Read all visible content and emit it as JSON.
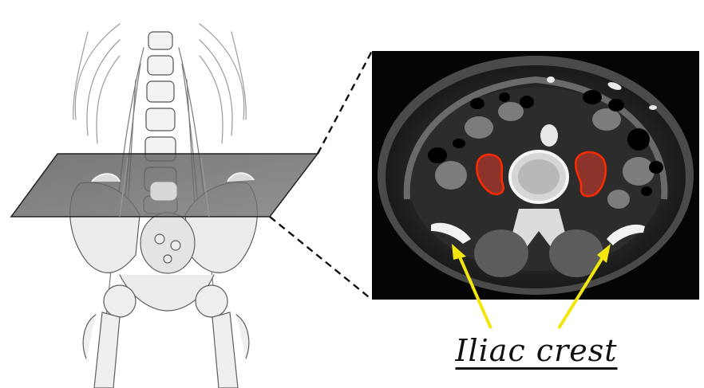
{
  "caption": "Iliac crest",
  "colors": {
    "highlight_fill": "#c0392b",
    "highlight_stroke": "#ff2a00",
    "arrow": "#f2e60d",
    "ct_background": "#050505",
    "sketch_ink": "#555555"
  },
  "icons": [
    "skeleton-sketch",
    "ct-axial-slice",
    "arrow-icon"
  ]
}
